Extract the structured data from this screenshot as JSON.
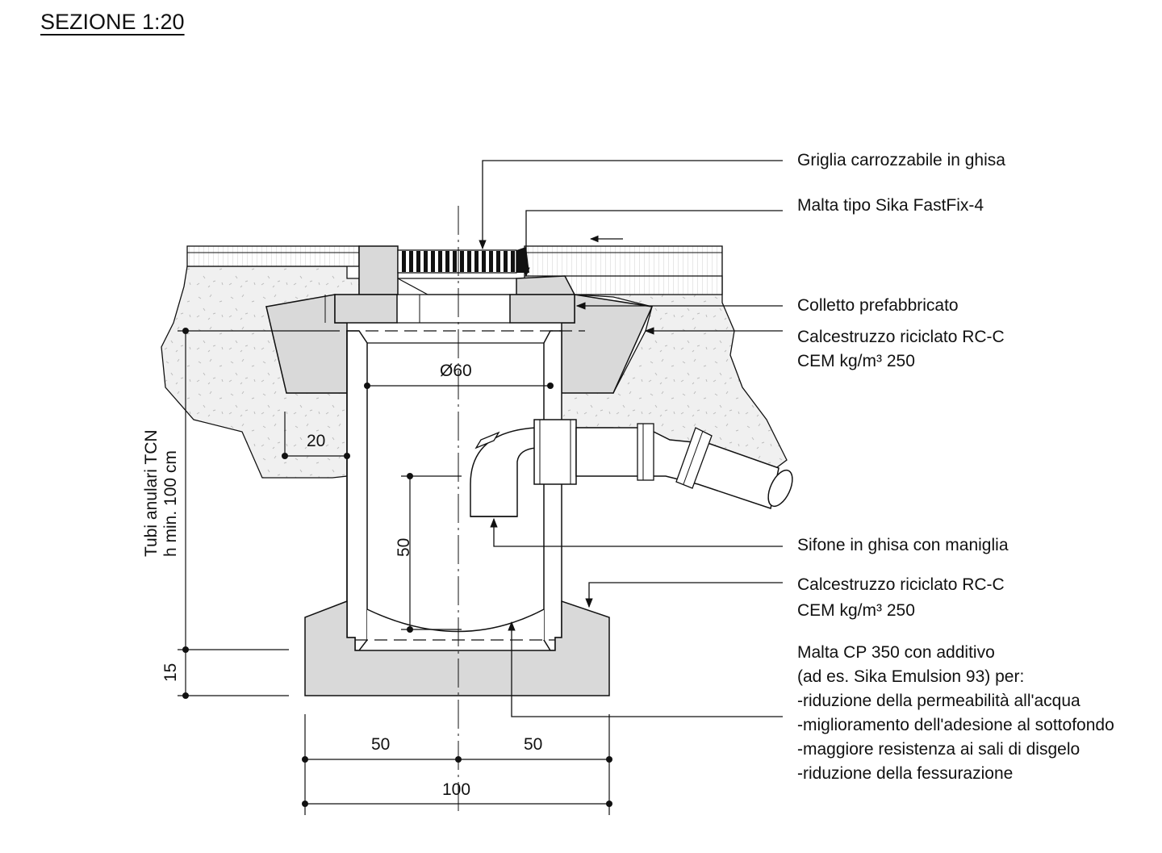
{
  "title": "SEZIONE 1:20",
  "labels": {
    "griglia": "Griglia carrozzabile in ghisa",
    "malta_fastfix": "Malta tipo Sika FastFix-4",
    "colletto": "Colletto prefabbricato",
    "cls_top_1": "Calcestruzzo riciclato RC-C",
    "cls_top_2": "CEM kg/m³ 250",
    "sifone": "Sifone in ghisa con maniglia",
    "cls_bot_1": "Calcestruzzo riciclato RC-C",
    "cls_bot_2": "CEM kg/m³ 250",
    "malta_cp": [
      "Malta CP 350 con additivo",
      "(ad es. Sika Emulsion 93) per:",
      "-riduzione della permeabilità all'acqua",
      "-miglioramento dell'adesione al sottofondo",
      "-maggiore resistenza ai sali di disgelo",
      "-riduzione della fessurazione"
    ]
  },
  "dimensions": {
    "diameter": "Ø60",
    "wall_offset": "20",
    "inner_height": "50",
    "pipe_label_1": "Tubi anulari TCN",
    "pipe_label_2": "h min. 100 cm",
    "base_thickness": "15",
    "half_left": "50",
    "half_right": "50",
    "total_width": "100"
  }
}
